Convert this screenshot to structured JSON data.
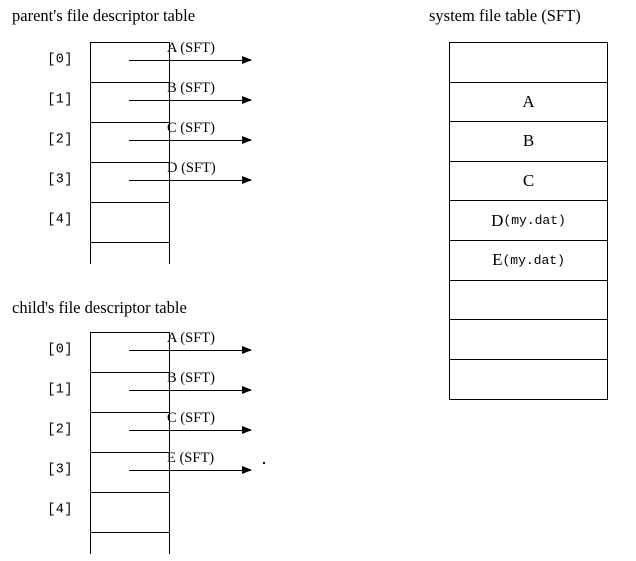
{
  "titles": {
    "parent": "parent's file descriptor table",
    "child": "child's file descriptor table",
    "sft": "system file table (SFT)"
  },
  "parent_table": {
    "name": "parent's file descriptor table",
    "rows": [
      {
        "index": "[0]",
        "arrow_label": "A (SFT)",
        "has_arrow": true,
        "dot": false
      },
      {
        "index": "[1]",
        "arrow_label": "B (SFT)",
        "has_arrow": true,
        "dot": false
      },
      {
        "index": "[2]",
        "arrow_label": "C (SFT)",
        "has_arrow": true,
        "dot": false
      },
      {
        "index": "[3]",
        "arrow_label": "D (SFT)",
        "has_arrow": true,
        "dot": false
      },
      {
        "index": "[4]",
        "arrow_label": "",
        "has_arrow": false,
        "dot": false
      }
    ]
  },
  "child_table": {
    "name": "child's file descriptor table",
    "rows": [
      {
        "index": "[0]",
        "arrow_label": "A (SFT)",
        "has_arrow": true,
        "dot": false
      },
      {
        "index": "[1]",
        "arrow_label": "B (SFT)",
        "has_arrow": true,
        "dot": false
      },
      {
        "index": "[2]",
        "arrow_label": "C (SFT)",
        "has_arrow": true,
        "dot": false
      },
      {
        "index": "[3]",
        "arrow_label": "E (SFT)",
        "has_arrow": true,
        "dot": true
      },
      {
        "index": "[4]",
        "arrow_label": "",
        "has_arrow": false,
        "dot": false
      }
    ]
  },
  "sft_table": {
    "name": "system file table (SFT)",
    "rows": [
      {
        "label": "",
        "detail": ""
      },
      {
        "label": "A",
        "detail": ""
      },
      {
        "label": "B",
        "detail": ""
      },
      {
        "label": "C",
        "detail": ""
      },
      {
        "label": "D",
        "detail": "(my.dat)"
      },
      {
        "label": "E",
        "detail": "(my.dat)"
      },
      {
        "label": "",
        "detail": ""
      },
      {
        "label": "",
        "detail": ""
      },
      {
        "label": "",
        "detail": ""
      }
    ]
  },
  "colors": {
    "stroke": "#000000",
    "background": "#ffffff"
  }
}
